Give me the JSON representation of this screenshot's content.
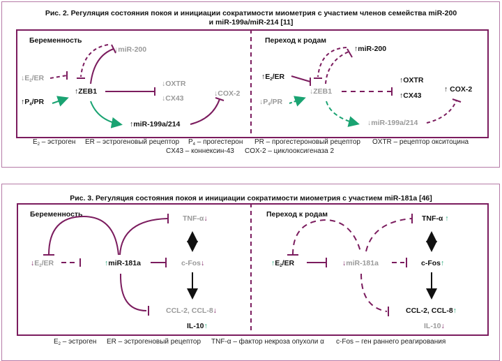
{
  "fig2": {
    "title1": "Рис. 2. Регуляция состояния покоя и инициации сократимости миометрия с участием членов семейства miR-200",
    "title2": "и miR-199a/miR-214 [11]",
    "left": {
      "heading": "Беременность",
      "mir200": "↓miR-200",
      "e2_a": "↓E",
      "e2_sub": "2",
      "e2_b": "/ER",
      "zeb1": "↑ZEB1",
      "p4_a": "↑P",
      "p4_sub": "4",
      "p4_b": "/PR",
      "oxtr": "↓OXTR",
      "cx43": "↓CX43",
      "cox2": "↓COX-2",
      "mir199": "↑miR-199a/214"
    },
    "right": {
      "heading": "Переход к родам",
      "mir200": "↑miR-200",
      "e2_a": "↑E",
      "e2_sub": "2",
      "e2_b": "/ER",
      "zeb1": "↓ZEB1",
      "p4_a": "↓P",
      "p4_sub": "4",
      "p4_b": "/PR",
      "oxtr": "↑OXTR",
      "cx43": "↑CX43",
      "cox2": "↑ COX-2",
      "mir199": "↓miR-199a/214"
    },
    "legend": {
      "e2_a": "E",
      "e2_sub": "2",
      "e2_b": " – эстроген",
      "er": "ER – эстрогеновый рецептор",
      "p4_a": "P",
      "p4_sub": "4",
      "p4_b": " – прогестерон",
      "pr": "PR – прогестероновый рецептор",
      "oxtr": "OXTR – рецептор окситоцина",
      "cx43": "CX43 – коннексин-43",
      "cox2": "COX-2 – циклооксигеназа 2"
    }
  },
  "fig3": {
    "title": "Рис. 3. Регуляция состояния покоя и инициации сократимости миометрия с участием miR-181a [46]",
    "left": {
      "heading": "Беременность",
      "tnf": "TNF-α",
      "tnf_arrow": "↓",
      "e2_arrow": "↓",
      "e2_a": "E",
      "e2_sub": "2",
      "e2_b": "/ER",
      "mir_arrow": "↑",
      "mir": "miR-181a",
      "cfos": "c-Fos",
      "cfos_arrow": "↓",
      "ccl": "CCL-2, CCL-8",
      "ccl_arrow": "↓",
      "il10": "IL-10",
      "il10_arrow": "↑"
    },
    "right": {
      "heading": "Переход к родам",
      "tnf": "TNF-α ",
      "tnf_arrow": "↑",
      "e2_arrow": "↑",
      "e2_a": "E",
      "e2_sub": "2",
      "e2_b": "/ER",
      "mir_arrow": "↓",
      "mir": "miR-181a",
      "cfos": "c-Fos",
      "cfos_arrow": "↑",
      "ccl": "CCL-2, CCL-8",
      "ccl_arrow": "↑",
      "il10": "IL-10",
      "il10_arrow": "↓"
    },
    "legend": {
      "e2_a": "E",
      "e2_sub": "2",
      "e2_b": " – эстроген",
      "er": "ER – эстрогеновый рецептор",
      "tnf": "TNF-α – фактор некроза опухоли α",
      "cfos": "c-Fos – ген раннего реагирования"
    }
  },
  "colors": {
    "purple": "#7b1c5e",
    "green": "#1aa372",
    "gray": "#9a9a9a",
    "frame": "#b57aa6"
  }
}
